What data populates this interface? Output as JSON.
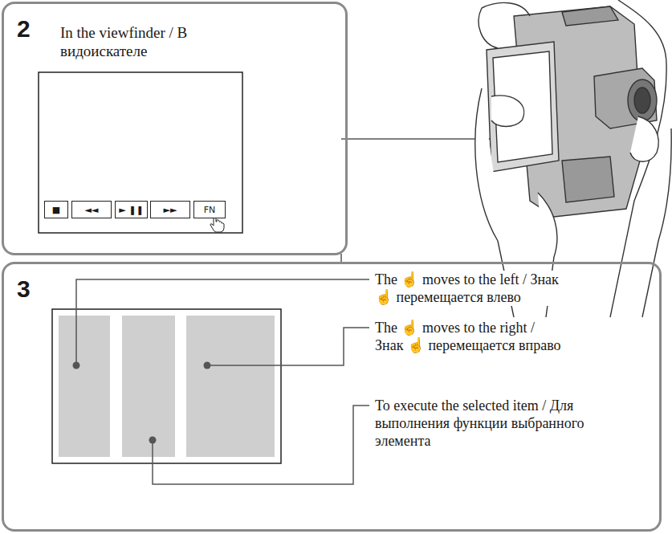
{
  "diagram": {
    "nodes": [
      {
        "text": [
          "2",
          "In the viewfinder / В видоискателе"
        ]
      },
      {
        "text": [
          "■"
        ],
        "in": 0
      },
      {
        "text": [
          "◄◄"
        ],
        "in": 0
      },
      {
        "text": [
          "► ❚❚"
        ],
        "in": 0
      },
      {
        "text": [
          "►►"
        ],
        "in": 0
      },
      {
        "text": [
          "FN"
        ],
        "in": 0
      },
      {
        "text": [
          "3"
        ]
      }
    ],
    "labels": [
      "The ☝ moves to the left / Знак ☝ перемещается влево",
      "The ☝ moves to the right / Знак ☝ перемещается вправо",
      "To execute the selected item / Для выполнения функции выбранного элемента"
    ]
  }
}
